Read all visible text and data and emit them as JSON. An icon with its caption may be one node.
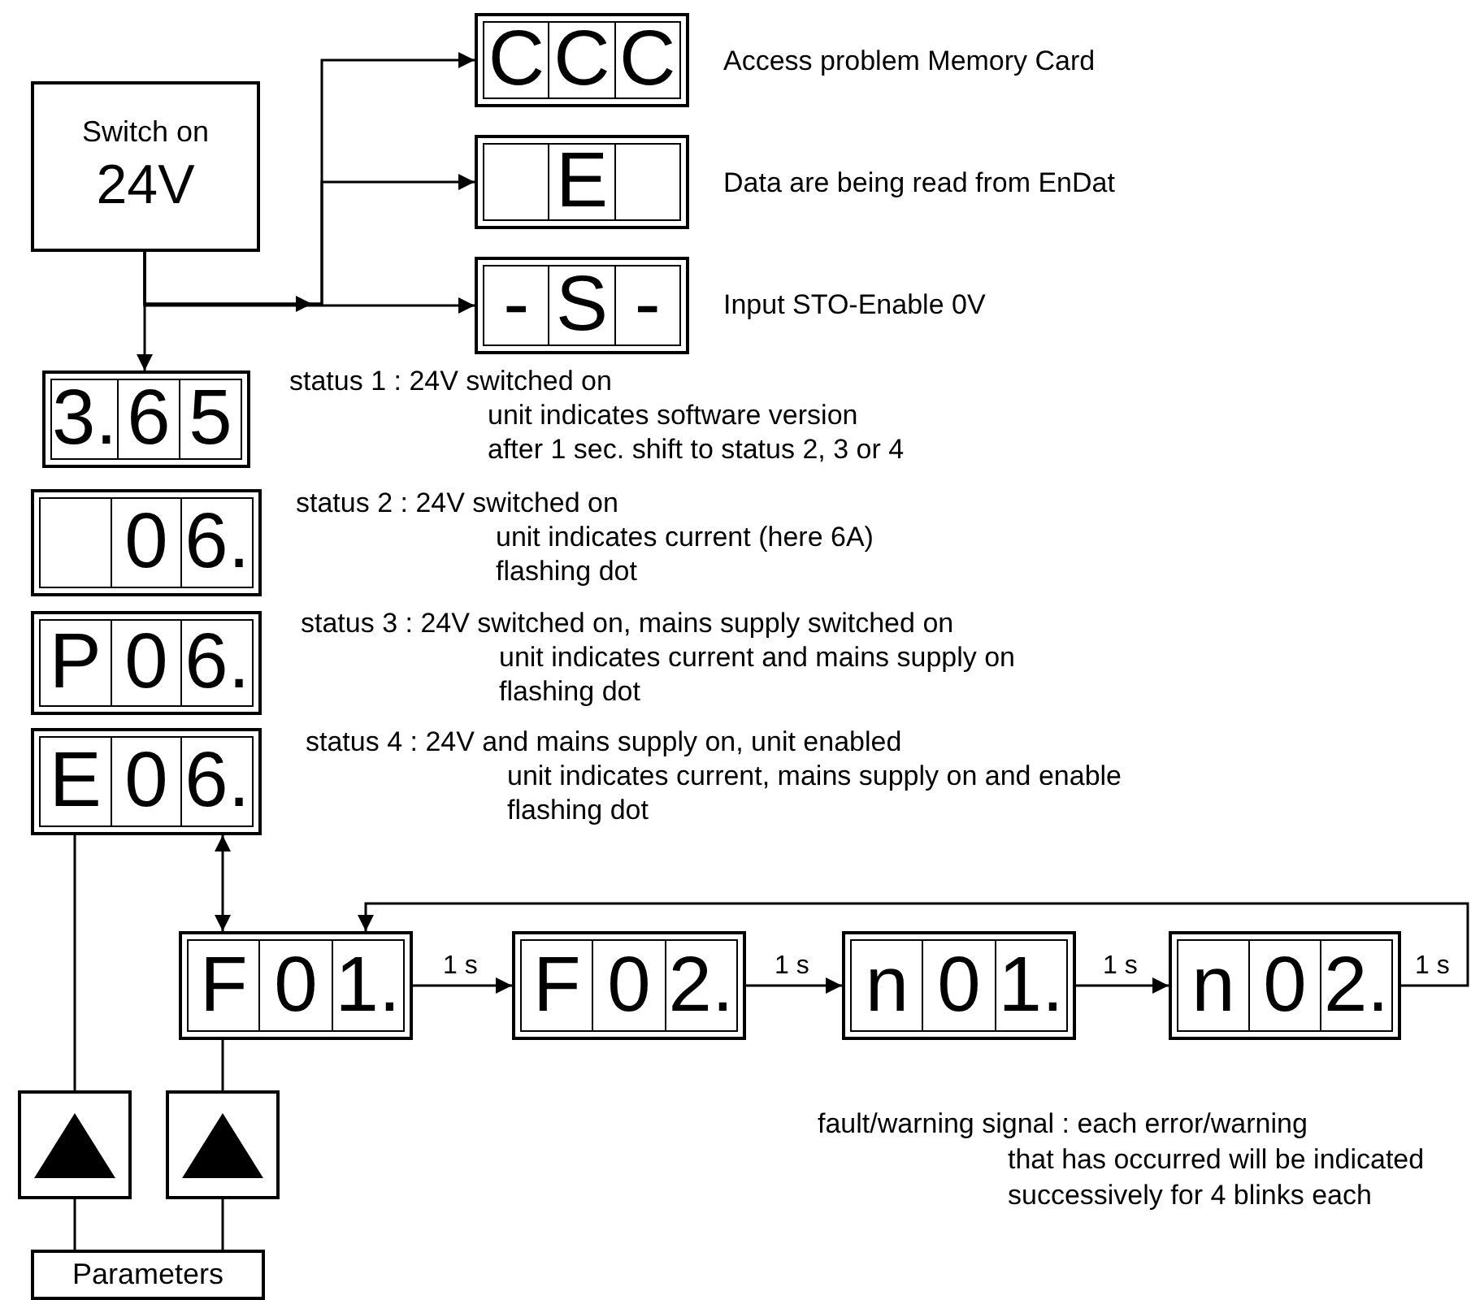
{
  "diagram": {
    "nodes": [
      {
        "text": [
          "Switch on",
          "24V"
        ]
      },
      {
        "text": [
          "C",
          "C",
          "C"
        ],
        "beside": [
          "Access problem Memory Card"
        ]
      },
      {
        "text": [
          "E"
        ],
        "beside": [
          "Data are being read from EnDat"
        ]
      },
      {
        "text": [
          "-",
          "S",
          "-"
        ],
        "beside": [
          "Input STO-Enable 0V"
        ]
      },
      {
        "text": [
          "3.",
          "6",
          "5"
        ],
        "beside": [
          "status 1 : 24V switched on",
          "unit indicates software version",
          "after 1 sec. shift to status 2, 3 or 4"
        ]
      },
      {
        "text": [
          "0",
          "6."
        ],
        "beside": [
          "status 2 : 24V switched on",
          "unit indicates current (here 6A)",
          "flashing dot"
        ]
      },
      {
        "text": [
          "P",
          "0",
          "6."
        ],
        "beside": [
          "status 3 : 24V switched on, mains supply switched on",
          "unit indicates current and mains supply on",
          "flashing dot"
        ]
      },
      {
        "text": [
          "E",
          "0",
          "6."
        ],
        "beside": [
          "status 4 : 24V and mains supply on, unit enabled",
          "unit indicates current, mains supply on and enable",
          "flashing dot"
        ]
      },
      {
        "text": [
          "F",
          "0",
          "1."
        ]
      },
      {
        "text": [
          "F",
          "0",
          "2."
        ]
      },
      {
        "text": [
          "n",
          "0",
          "1."
        ]
      },
      {
        "text": [
          "n",
          "0",
          "2."
        ]
      },
      {
        "text": [],
        "shape": "box"
      },
      {
        "text": [],
        "shape": "box"
      },
      {
        "text": [
          "Parameters"
        ]
      }
    ],
    "edges": [
      {
        "from": 0,
        "to": 4,
        "arrow": "to"
      },
      {
        "from": 0,
        "to": 1,
        "arrow": "to"
      },
      {
        "from": 0,
        "to": 2,
        "arrow": "to"
      },
      {
        "from": 0,
        "to": 3,
        "arrow": "to"
      },
      {
        "from": 7,
        "to": 8,
        "arrow": "both"
      },
      {
        "from": 8,
        "to": 9,
        "arrow": "to",
        "label": "1 s"
      },
      {
        "from": 9,
        "to": 10,
        "arrow": "to",
        "label": "1 s"
      },
      {
        "from": 10,
        "to": 11,
        "arrow": "to",
        "label": "1 s"
      },
      {
        "from": 11,
        "to": 8,
        "arrow": "to",
        "label": "1 s"
      },
      {
        "from": 12,
        "to": 7,
        "arrow": "none"
      },
      {
        "from": 13,
        "to": 8,
        "arrow": "none"
      },
      {
        "from": 12,
        "to": 14,
        "arrow": "none"
      },
      {
        "from": 13,
        "to": 14,
        "arrow": "none"
      }
    ],
    "labels": [
      "fault/warning signal : each error/warning",
      "that has occurred will be indicated",
      "successively for 4 blinks each"
    ]
  }
}
